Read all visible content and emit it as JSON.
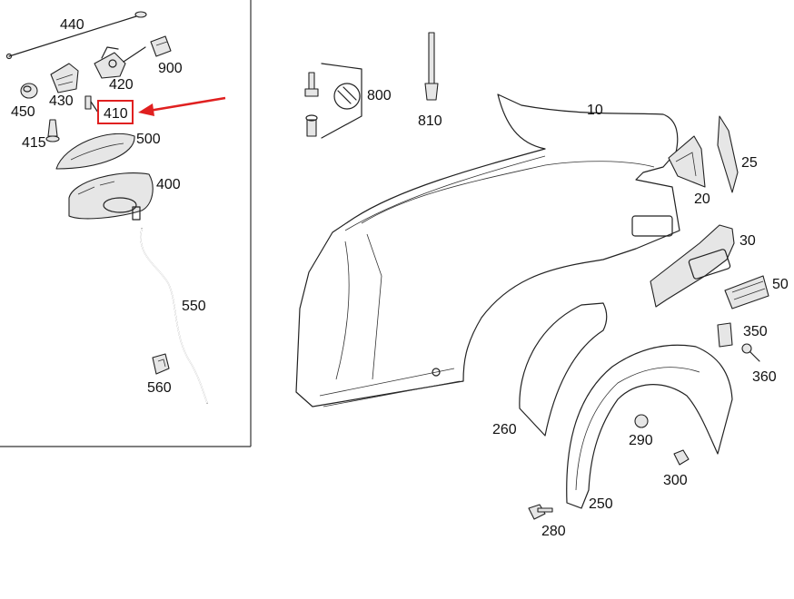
{
  "diagram": {
    "callouts": [
      {
        "id": "p440",
        "text": "440"
      },
      {
        "id": "p900",
        "text": "900"
      },
      {
        "id": "p450",
        "text": "450"
      },
      {
        "id": "p430",
        "text": "430"
      },
      {
        "id": "p420",
        "text": "420"
      },
      {
        "id": "p410",
        "text": "410"
      },
      {
        "id": "p415",
        "text": "415"
      },
      {
        "id": "p500",
        "text": "500"
      },
      {
        "id": "p400",
        "text": "400"
      },
      {
        "id": "p550",
        "text": "550"
      },
      {
        "id": "p560",
        "text": "560"
      },
      {
        "id": "p800",
        "text": "800"
      },
      {
        "id": "p810",
        "text": "810"
      },
      {
        "id": "p10",
        "text": "10"
      },
      {
        "id": "p25",
        "text": "25"
      },
      {
        "id": "p20",
        "text": "20"
      },
      {
        "id": "p30",
        "text": "30"
      },
      {
        "id": "p50",
        "text": "50"
      },
      {
        "id": "p350",
        "text": "350"
      },
      {
        "id": "p360",
        "text": "360"
      },
      {
        "id": "p260",
        "text": "260"
      },
      {
        "id": "p290",
        "text": "290"
      },
      {
        "id": "p300",
        "text": "300"
      },
      {
        "id": "p250",
        "text": "250"
      },
      {
        "id": "p280",
        "text": "280"
      }
    ],
    "highlighted_part": "410",
    "highlight_color": "#e02020"
  }
}
